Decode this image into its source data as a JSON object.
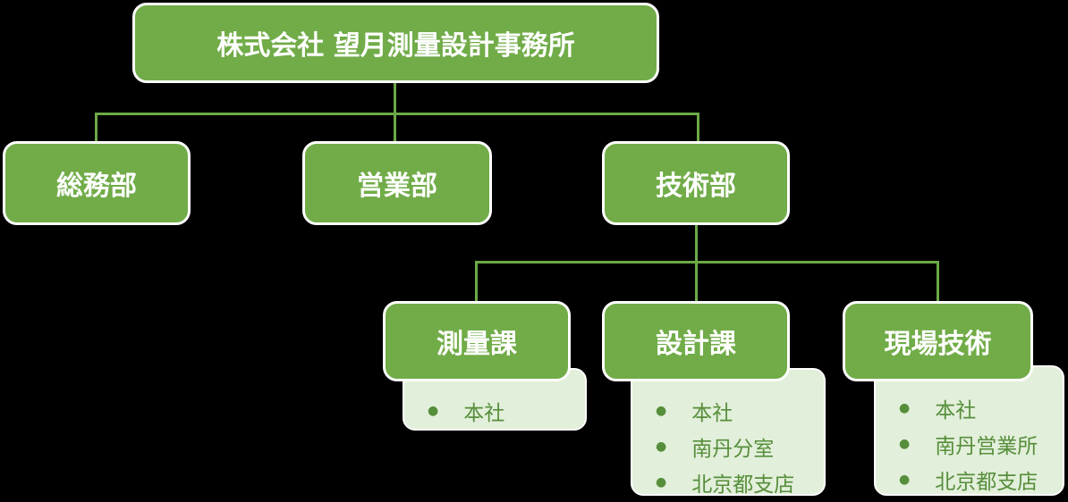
{
  "org_chart": {
    "root": {
      "label": "株式会社 望月測量設計事務所"
    },
    "departments": [
      {
        "label": "総務部"
      },
      {
        "label": "営業部"
      },
      {
        "label": "技術部"
      }
    ],
    "sections": [
      {
        "label": "測量課",
        "locations": [
          "本社"
        ]
      },
      {
        "label": "設計課",
        "locations": [
          "本社",
          "南丹分室",
          "北京都支店"
        ]
      },
      {
        "label": "現場技術",
        "locations": [
          "本社",
          "南丹営業所",
          "北京都支店"
        ]
      }
    ],
    "bullet_icon": "●",
    "colors": {
      "node_fill": "#71AC48",
      "node_border": "#FFFFFF",
      "node_text": "#FFFFFF",
      "connector": "#6CA847",
      "list_fill": "#E2EFDA",
      "list_text": "#568E3B",
      "background": "#000000"
    }
  }
}
